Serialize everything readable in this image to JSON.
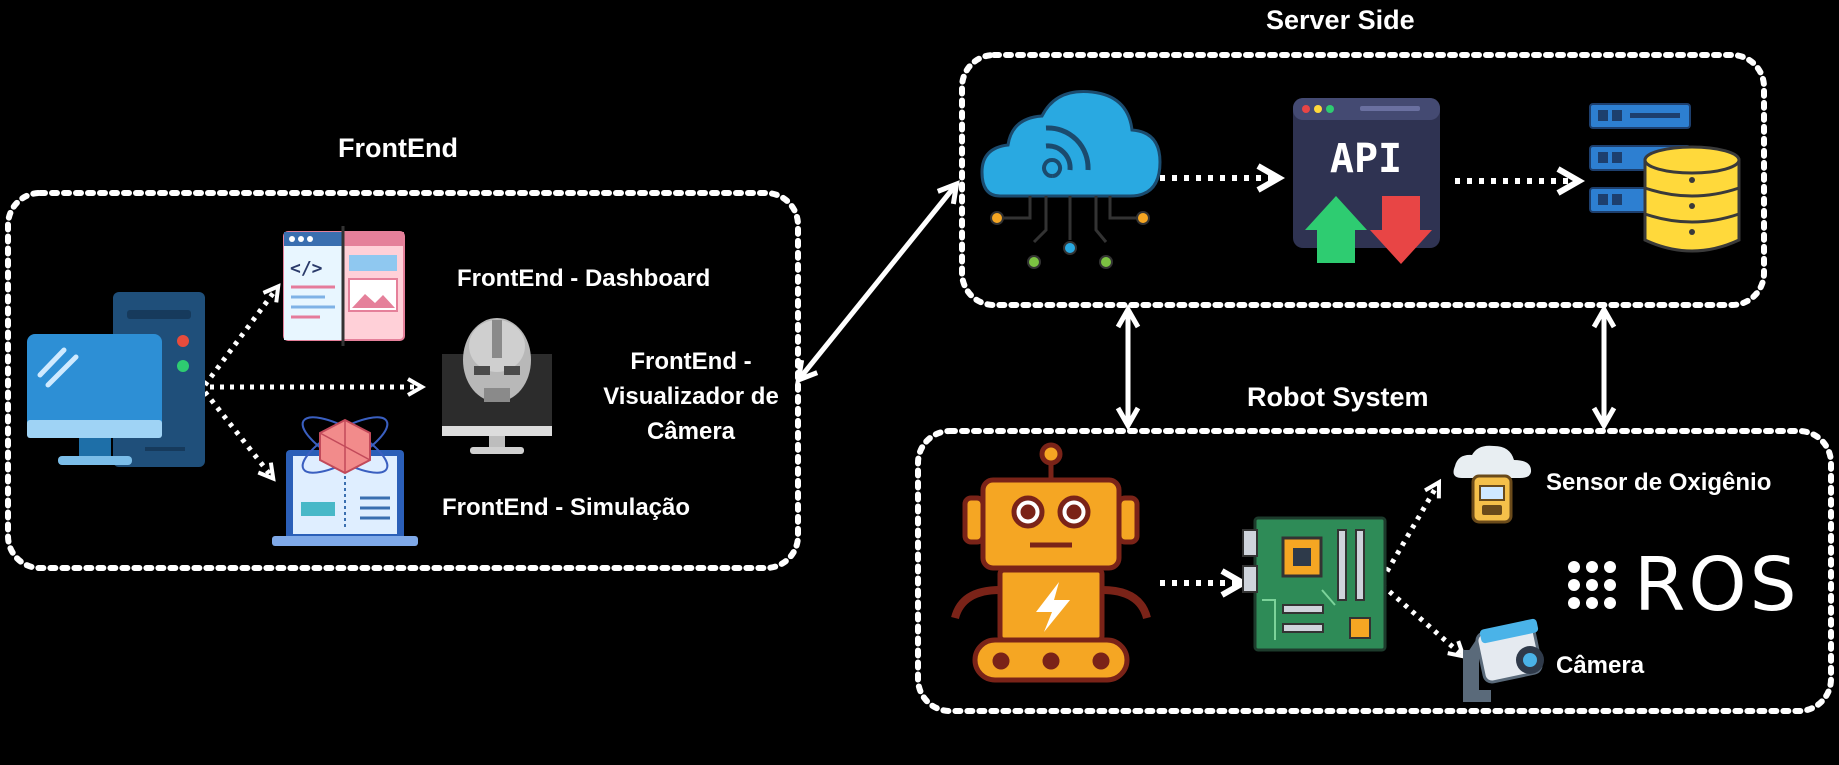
{
  "frontend": {
    "title": "FrontEnd",
    "dashboard_label": "FrontEnd - Dashboard",
    "camera_label_line1": "FrontEnd -",
    "camera_label_line2": "Visualizador de",
    "camera_label_line3": "Câmera",
    "simulation_label": "FrontEnd - Simulação"
  },
  "server": {
    "title": "Server Side",
    "api_text": "API"
  },
  "robot": {
    "title": "Robot System",
    "oxygen_sensor_label": "Sensor de Oxigênio",
    "camera_label": "Câmera",
    "ros_logo_text": "ROS"
  },
  "colors": {
    "background": "#000000",
    "text": "#ffffff",
    "cloud": "#29a9e1",
    "arrow_up": "#2ecc71",
    "arrow_down": "#e84545",
    "database": "#ffd93b",
    "robot_body": "#f5a623",
    "robot_outline": "#7a2318",
    "pcb": "#2e8b57"
  },
  "icons": [
    "desktop-computer-icon",
    "code-window-icon",
    "robot-head-monitor-icon",
    "laptop-3d-icon",
    "cloud-network-icon",
    "api-icon",
    "server-database-icon",
    "robot-icon",
    "circuit-board-icon",
    "oxygen-sensor-icon",
    "security-camera-icon",
    "ros-logo"
  ]
}
